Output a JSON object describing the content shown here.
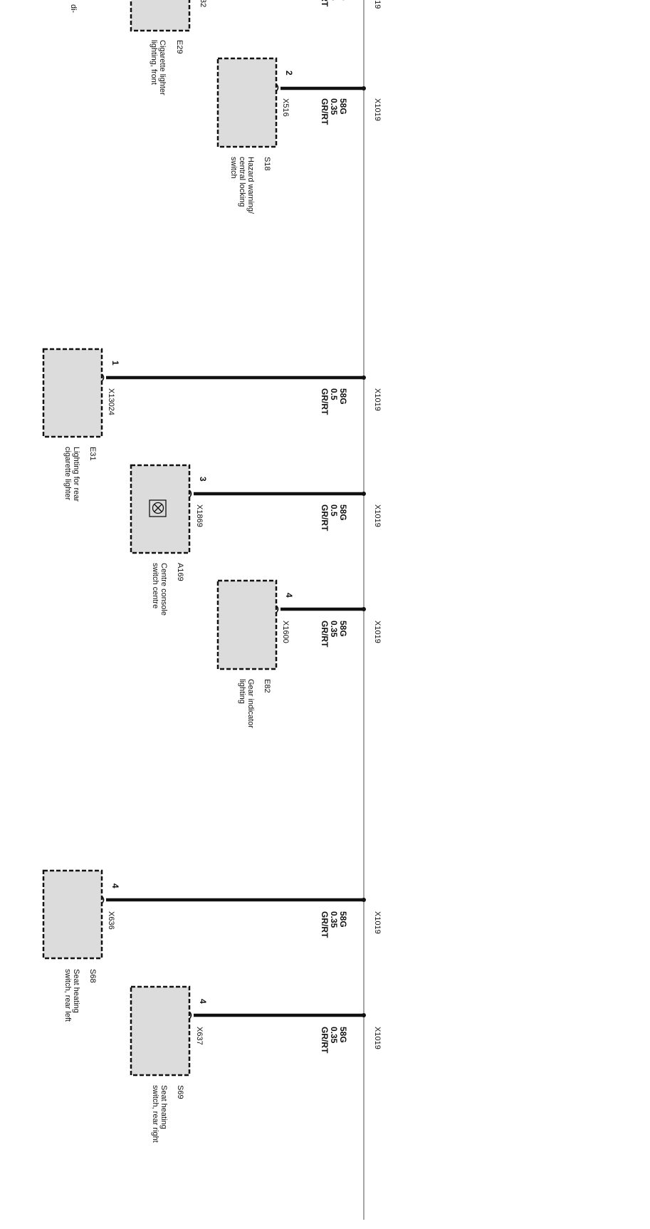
{
  "diagram": {
    "bus_connector": "X1019",
    "partial_top": {
      "left_fragment": "di-",
      "wire_fragment_lines": [
        "9",
        "5",
        "/RT"
      ],
      "connector_fragment": "32",
      "bus_fragment": "019"
    },
    "branches": [
      {
        "id": "E29",
        "name_lines": [
          "Cigarette lighter",
          "lighting, front"
        ],
        "connector": "",
        "pin": "",
        "wire_lines": [],
        "icon": ""
      },
      {
        "id": "S18",
        "name_lines": [
          "Hazard warning/",
          "central locking",
          "switch"
        ],
        "connector": "X516",
        "pin": "2",
        "wire_lines": [
          "58G",
          "0.35",
          "GR/RT"
        ],
        "icon": ""
      },
      {
        "id": "E31",
        "name_lines": [
          "Lighting for rear",
          "cigarette lighter"
        ],
        "connector": "X13024",
        "pin": "1",
        "wire_lines": [
          "58G",
          "0.5",
          "GR/RT"
        ],
        "icon": ""
      },
      {
        "id": "A169",
        "name_lines": [
          "Centre console",
          "switch centre"
        ],
        "connector": "X1869",
        "pin": "3",
        "wire_lines": [
          "58G",
          "0.5",
          "GR/RT"
        ],
        "icon": "lamp-icon"
      },
      {
        "id": "E82",
        "name_lines": [
          "Gear indicator",
          "lighting"
        ],
        "connector": "X1600",
        "pin": "4",
        "wire_lines": [
          "58G",
          "0.35",
          "GR/RT"
        ],
        "icon": ""
      },
      {
        "id": "S68",
        "name_lines": [
          "Seat heating",
          "switch, rear left"
        ],
        "connector": "X636",
        "pin": "4",
        "wire_lines": [
          "58G",
          "0.35",
          "GR/RT"
        ],
        "icon": ""
      },
      {
        "id": "S69",
        "name_lines": [
          "Seat heating",
          "switch, rear right"
        ],
        "connector": "X637",
        "pin": "4",
        "wire_lines": [
          "58G",
          "0.35",
          "GR/RT"
        ],
        "icon": ""
      }
    ]
  }
}
